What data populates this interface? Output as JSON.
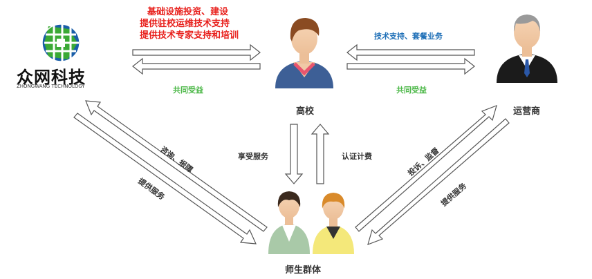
{
  "company": {
    "name": "众网科技",
    "subtitle": "ZHONGWANG TECHNOLOGY"
  },
  "nodes": {
    "school": "高校",
    "operator": "运营商",
    "users": "师生群体"
  },
  "edges": {
    "company_to_school": [
      "基础设施投资、建设",
      "提供驻校运维技术支持",
      "提供技术专家支持和培训"
    ],
    "company_school_shared": "共同受益",
    "operator_to_school": "技术支持、套餐业务",
    "operator_school_shared": "共同受益",
    "users_to_company": "咨询、报障",
    "company_to_users": "提供服务",
    "school_to_users": "享受服务",
    "users_to_school": "认证计费",
    "users_to_operator": "投诉、监督",
    "operator_to_users": "提供服务"
  },
  "colors": {
    "red_text": "#e8201c",
    "green_text": "#4cb848",
    "blue_text": "#1e6fb7",
    "logo_blue": "#1a5ea8",
    "logo_green": "#3aa935",
    "arrow_stroke": "#555555"
  },
  "icons": {
    "logo": "globe-logo-icon",
    "school": "person-icon",
    "operator": "businessman-icon",
    "users": "students-icon"
  }
}
